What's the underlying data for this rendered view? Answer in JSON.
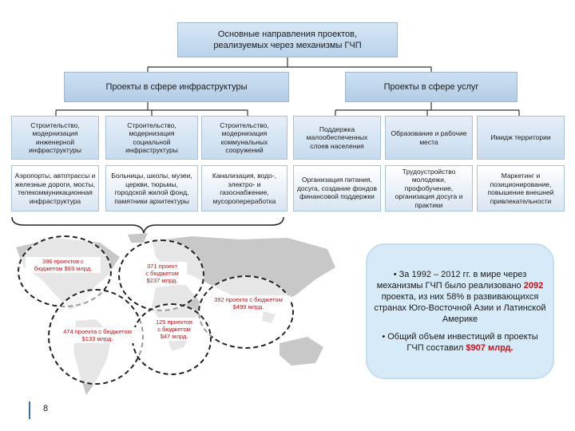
{
  "title_lines": [
    "Основные направления проектов,",
    "реализуемых через механизмы ГЧП"
  ],
  "groups": [
    {
      "label": "Проекты в сфере инфраструктуры"
    },
    {
      "label": "Проекты в сфере услуг"
    }
  ],
  "columns": [
    {
      "head": [
        "Строительство,",
        "модернизация",
        "инженерной",
        "инфраструктуры"
      ],
      "detail": [
        "Аэропорты, автотрассы и",
        "железные дороги, мосты,",
        "телекоммуникационная",
        "инфраструктура"
      ]
    },
    {
      "head": [
        "Строительство,",
        "модернизация",
        "социальной",
        "инфраструктуры"
      ],
      "detail": [
        "Больницы, школы, музеи,",
        "церкви, тюрьмы,",
        "городской жилой фонд,",
        "памятники архитектуры"
      ]
    },
    {
      "head": [
        "Строительство,",
        "модернизация",
        "коммунальных",
        "сооружений"
      ],
      "detail": [
        "Канализация, водо-,",
        "электро- и газоснабжение,",
        "мусоропереработка"
      ]
    },
    {
      "head": [
        "Поддержка",
        "малообеспеченных",
        "слоев населения"
      ],
      "detail": [
        "Организация питания,",
        "досуга, создание фондов",
        "финансовой поддержки"
      ]
    },
    {
      "head": [
        "Образование и рабочие",
        "места"
      ],
      "detail": [
        "Трудоустройство",
        "молодежи, профобучение,",
        "организация досуга и",
        "практики"
      ]
    },
    {
      "head": [
        "Имидж территории"
      ],
      "detail": [
        "Маркетинг и",
        "позиционирование,",
        "повышение внешней",
        "привлекательности"
      ]
    }
  ],
  "regions": [
    {
      "lines": [
        "396 проектов с",
        "бюджетом $93 млрд."
      ]
    },
    {
      "lines": [
        "371 проект",
        "с бюджетом",
        "$237 млрд."
      ]
    },
    {
      "lines": [
        "392 проекта с бюджетом",
        "$499 млрд."
      ]
    },
    {
      "lines": [
        "474 проекта с бюджетом",
        "$133 млрд."
      ]
    },
    {
      "lines": [
        "125 проектов",
        "с бюджетом",
        "$47 млрд."
      ]
    }
  ],
  "summary": {
    "p1_a": "• За 1992 – 2012 гг. в мире через механизмы ГЧП было реализовано ",
    "p1_hl": "2092",
    "p1_b": " проекта, из них 58% в развивающихся странах Юго-Восточной Азии и Латинской Америке",
    "p2_a": "• Общий объем инвестиций в проекты ГЧП составил ",
    "p2_hl": "$907 млрд."
  },
  "page_number": "8"
}
